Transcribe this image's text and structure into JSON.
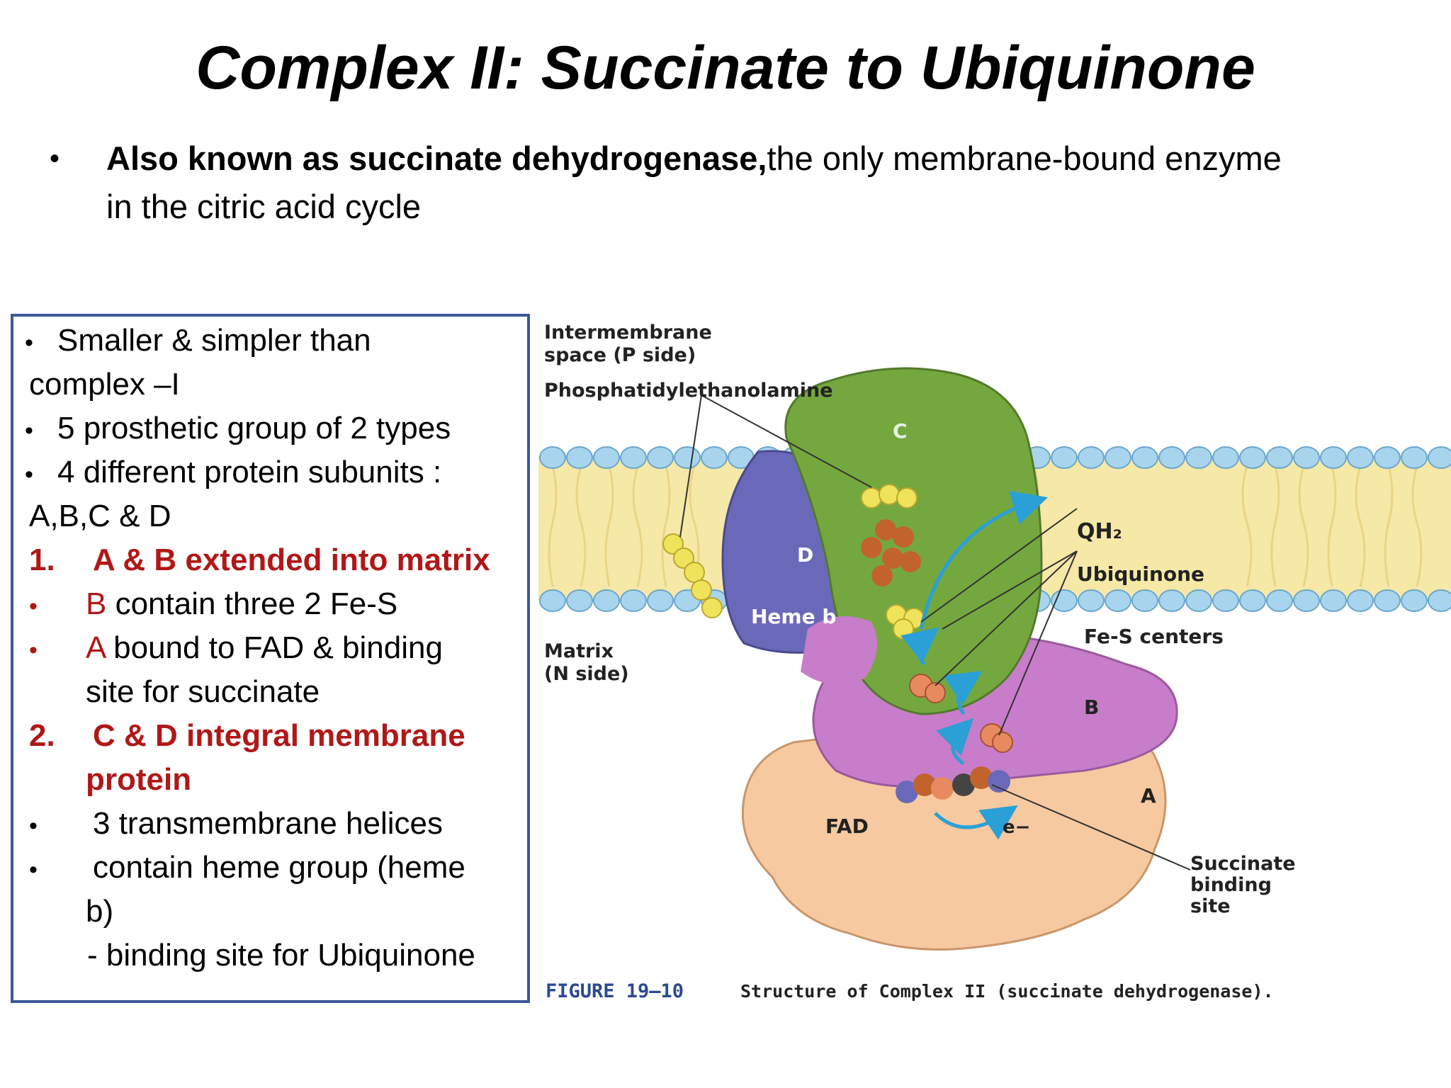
{
  "slide": {
    "title": "Complex II: Succinate to Ubiquinone",
    "intro": {
      "bullet": "•",
      "bold_part": "Also  known as succinate dehydrogenase,",
      "rest_part": "the only membrane-bound enzyme",
      "line2": "in the citric acid cycle"
    }
  },
  "box": {
    "l1": "Smaller & simpler than",
    "l2": "complex –I",
    "l3": "5 prosthetic group of 2 types",
    "l4": "4 different protein subunits :",
    "l5": "A,B,C & D",
    "l6_num": "1.",
    "l6": "A & B extended into matrix",
    "l7_red": "B",
    "l7": " contain three 2 Fe-S",
    "l8_red": "A",
    "l8": " bound to FAD & binding",
    "l9": "site for succinate",
    "l10_num": "2.",
    "l10": "C & D  integral membrane",
    "l11": "protein",
    "l12": "3 transmembrane helices",
    "l13": "contain heme group (heme",
    "l14": "b)",
    "l15": "- binding site for Ubiquinone"
  },
  "figure": {
    "label_ims1": "Intermembrane",
    "label_ims2": "space (P side)",
    "label_pe": "Phosphatidylethanolamine",
    "label_matrix1": "Matrix",
    "label_matrix2": "(N side)",
    "label_qh2": "QH₂",
    "label_ubiq": "Ubiquinone",
    "label_fes": "Fe-S centers",
    "label_heme": "Heme b",
    "label_c": "C",
    "label_d": "D",
    "label_b": "B",
    "label_a": "A",
    "label_fad": "FAD",
    "label_e": "e−",
    "label_succ1": "Succinate",
    "label_succ2": "binding",
    "label_succ3": "site",
    "caption_fig": "FIGURE 19–10",
    "caption_text": "Structure of Complex II (succinate dehydrogenase).",
    "colors": {
      "membrane": "#f6e8a6",
      "headgroup": "#a9d4ee",
      "subunit_c": "#74a83f",
      "subunit_d": "#6a69b9",
      "subunit_b": "#c77dc9",
      "subunit_a": "#f6c9a0",
      "arrow": "#2aa0d6"
    }
  }
}
